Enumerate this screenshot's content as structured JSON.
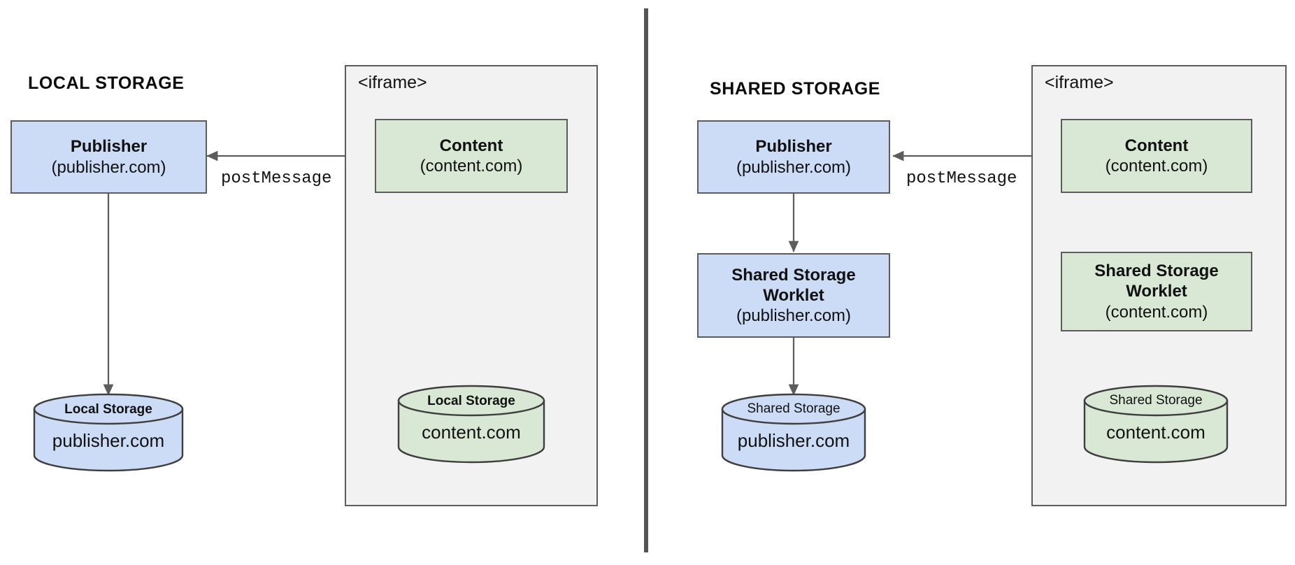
{
  "diagram": {
    "title_local": "LOCAL STORAGE",
    "title_shared": "SHARED STORAGE",
    "iframe_label": "<iframe>",
    "message_label": "postMessage",
    "colors": {
      "blue_fill": "#ccdcf7",
      "green_fill": "#d8e8d4",
      "iframe_fill": "#f2f2f2",
      "stroke": "#5c5c5c",
      "divider": "#555555"
    }
  },
  "local": {
    "publisher": {
      "line1": "Publisher",
      "line2": "(publisher.com)"
    },
    "content": {
      "line1": "Content",
      "line2": "(content.com)"
    },
    "publisher_store": {
      "cap": "Local Storage",
      "body": "publisher.com"
    },
    "content_store": {
      "cap": "Local Storage",
      "body": "content.com"
    },
    "iframe_label": "<iframe>",
    "message_label": "postMessage"
  },
  "shared": {
    "publisher": {
      "line1": "Publisher",
      "line2": "(publisher.com)"
    },
    "content": {
      "line1": "Content",
      "line2": "(content.com)"
    },
    "publisher_worklet": {
      "line1": "Shared Storage",
      "line2": "Worklet",
      "line3": "(publisher.com)"
    },
    "content_worklet": {
      "line1": "Shared Storage",
      "line2": "Worklet",
      "line3": "(content.com)"
    },
    "publisher_store": {
      "cap": "Shared Storage",
      "body": "publisher.com"
    },
    "content_store": {
      "cap": "Shared Storage",
      "body": "content.com"
    },
    "iframe_label": "<iframe>",
    "message_label": "postMessage"
  }
}
